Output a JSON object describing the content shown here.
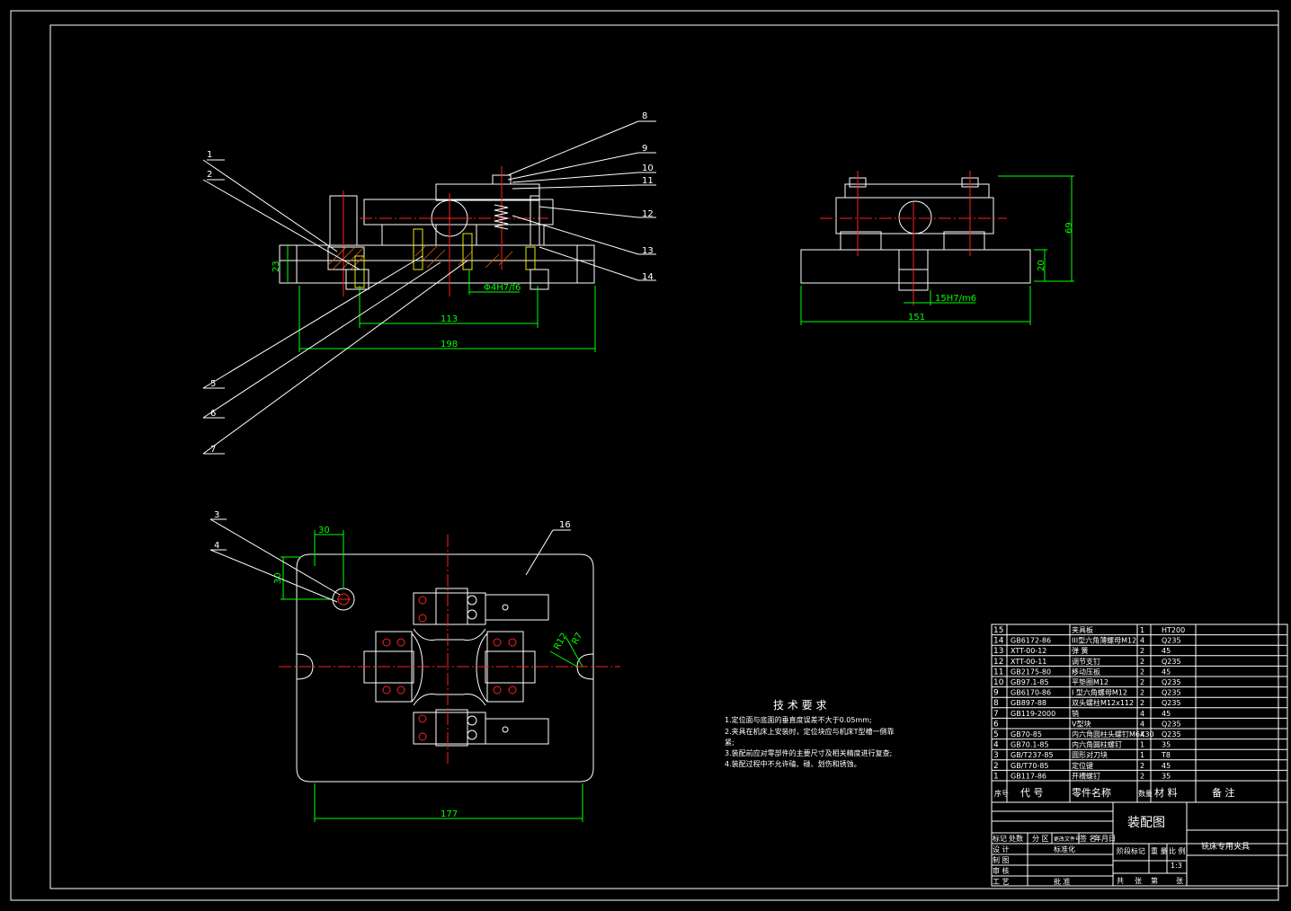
{
  "part_labels": {
    "n1": "1",
    "n2": "2",
    "n3": "3",
    "n4": "4",
    "n5": "5",
    "n6": "6",
    "n7": "7",
    "n8": "8",
    "n9": "9",
    "n10": "10",
    "n11": "11",
    "n12": "12",
    "n13": "13",
    "n14": "14",
    "n16": "16"
  },
  "dimensions": {
    "front_height": "23",
    "front_fit": "Φ4H7/f6",
    "front_inner_width": "113",
    "front_total_width": "198",
    "side_total_height": "69",
    "side_base_height": "20",
    "side_fit": "15H7/m6",
    "side_width": "151",
    "top_offset_x": "30",
    "top_offset_y": "30",
    "top_width": "177",
    "top_radius_1": "R12",
    "top_radius_2": "R7"
  },
  "tech_requirements": {
    "title": "技 术 要 求",
    "lines": [
      "1.定位面与底面的垂直度误差不大于0.05mm;",
      "2.夹具在机床上安装时，定位块应与机床T型槽一侧靠",
      "紧;",
      "3.装配前应对零部件的主要尺寸及相关精度进行复查;",
      "4.装配过程中不允许磕、碰、划伤和锈蚀。"
    ]
  },
  "bom": {
    "rows": [
      {
        "no": "15",
        "code": "",
        "name": "夹具板",
        "qty": "1",
        "material": "HT200",
        "note": ""
      },
      {
        "no": "14",
        "code": "GB6172-86",
        "name": "III型六角薄螺母M12",
        "qty": "4",
        "material": "Q235",
        "note": ""
      },
      {
        "no": "13",
        "code": "XTT-00-12",
        "name": "弹 簧",
        "qty": "2",
        "material": "45",
        "note": ""
      },
      {
        "no": "12",
        "code": "XTT-00-11",
        "name": "调节支钉",
        "qty": "2",
        "material": "Q235",
        "note": ""
      },
      {
        "no": "11",
        "code": "GB2175-80",
        "name": "移动压板",
        "qty": "2",
        "material": "45",
        "note": ""
      },
      {
        "no": "10",
        "code": "GB97.1-85",
        "name": "平垫圈M12",
        "qty": "2",
        "material": "Q235",
        "note": ""
      },
      {
        "no": "9",
        "code": "GB6170-86",
        "name": "I 型六角螺母M12",
        "qty": "2",
        "material": "Q235",
        "note": ""
      },
      {
        "no": "8",
        "code": "GB897-88",
        "name": "双头螺柱M12x112",
        "qty": "2",
        "material": "Q235",
        "note": ""
      },
      {
        "no": "7",
        "code": "GB119-2000",
        "name": "销",
        "qty": "4",
        "material": "45",
        "note": ""
      },
      {
        "no": "6",
        "code": "",
        "name": "V型块",
        "qty": "4",
        "material": "Q235",
        "note": ""
      },
      {
        "no": "5",
        "code": "GB70-85",
        "name": "内六角圆柱头螺钉M6X30",
        "qty": "4",
        "material": "Q235",
        "note": ""
      },
      {
        "no": "4",
        "code": "GB70.1-85",
        "name": "内六角圆柱螺钉",
        "qty": "1",
        "material": "35",
        "note": ""
      },
      {
        "no": "3",
        "code": "GB/T237-85",
        "name": "圆形对刀块",
        "qty": "1",
        "material": "T8",
        "note": ""
      },
      {
        "no": "2",
        "code": "GB/T70-85",
        "name": "定位键",
        "qty": "2",
        "material": "45",
        "note": ""
      },
      {
        "no": "1",
        "code": "GB117-86",
        "name": "开槽螺钉",
        "qty": "2",
        "material": "35",
        "note": ""
      }
    ],
    "headers": {
      "no": "序号",
      "code": "代 号",
      "name": "零件名称",
      "qty": "数量",
      "material": "材 料",
      "note": "备 注"
    }
  },
  "title_block": {
    "drawing_title": "装配图",
    "part_name": "铣床专用夹具",
    "scale": "1:3",
    "labels": {
      "mark": "标记",
      "count": "处数",
      "zone": "分 区",
      "change_doc": "更改文件号",
      "sign": "签 名",
      "date": "年月日",
      "design": "设 计",
      "standardize": "标准化",
      "draw": "制 图",
      "check": "审 核",
      "process": "工 艺",
      "approve": "批 准",
      "stage_mark": "阶段标记",
      "weight": "重 量",
      "ratio": "比 例",
      "total": "共",
      "sheets": "张",
      "sheet_no": "第",
      "sheet_unit": "张"
    }
  }
}
